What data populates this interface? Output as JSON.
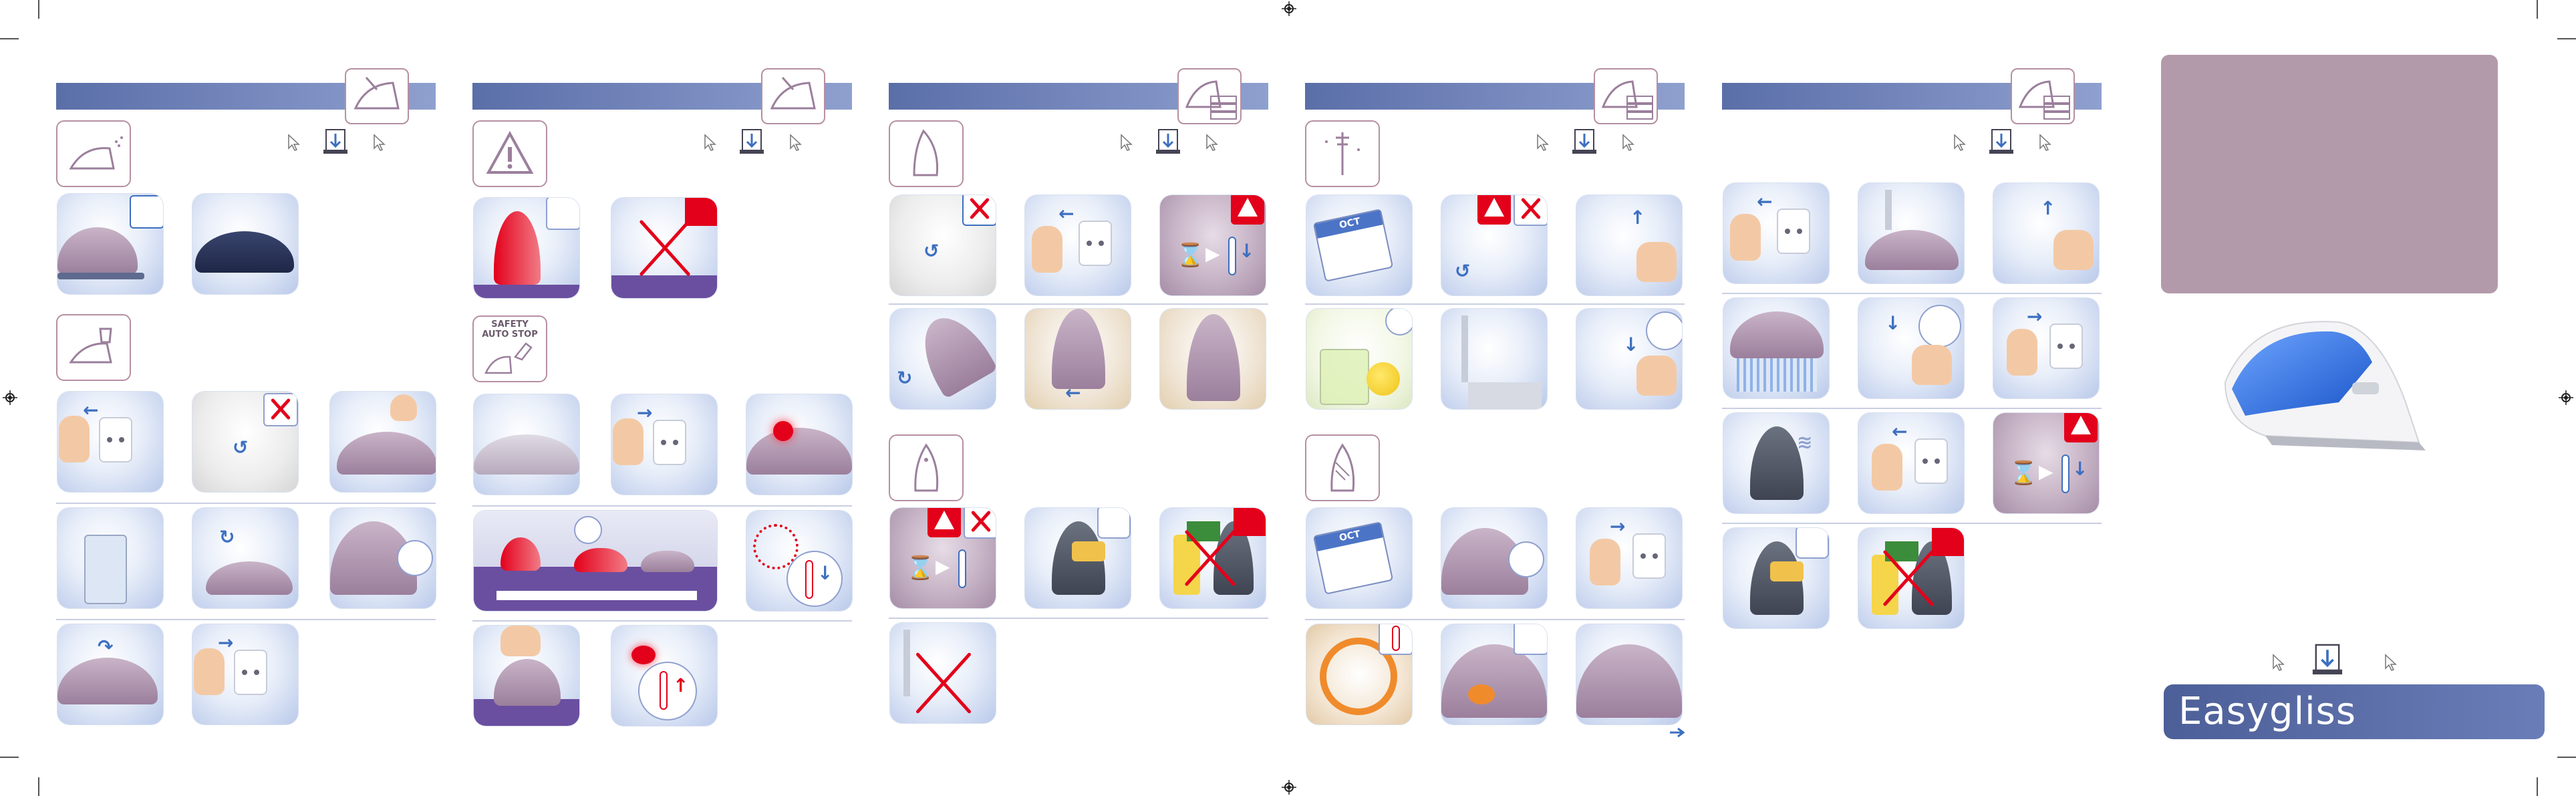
{
  "brand": {
    "name": "Easygliss",
    "bar_color": "#5a6ea8",
    "promo_color": "#b39aaa",
    "warning_color": "#e3001b",
    "accent_blue": "#3d6fc0"
  },
  "panels": [
    {
      "id": "panel-1",
      "header_icon": "iron-filling-icon",
      "sections": [
        "spray-icon",
        "water-cup-icon"
      ]
    },
    {
      "id": "panel-2",
      "header_icon": "iron-filling-icon",
      "sections": [
        "warning-triangle-icon",
        "safety-auto-stop-icon"
      ],
      "safety_label": "SAFETY\nAUTO STOP"
    },
    {
      "id": "panel-3",
      "header_icon": "iron-folded-clothes-icon",
      "sections": [
        "iron-upright-icon",
        "iron-steam-icon"
      ]
    },
    {
      "id": "panel-4",
      "header_icon": "iron-folded-clothes-icon",
      "sections": [
        "anti-calc-valve-icon",
        "iron-cleaning-icon"
      ],
      "calendar_label": "OCT"
    },
    {
      "id": "panel-5",
      "header_icon": "iron-folded-clothes-icon",
      "sections": []
    }
  ],
  "icons": {
    "cursor": "cursor-icon",
    "manual_download": "manual-download-icon",
    "warning": "warning-triangle-icon",
    "no_drinking": "no-tap-water-icon",
    "hourglass": "hourglass-icon",
    "thermometer": "thermometer-icon",
    "next_arrow": "next-page-arrow-icon"
  },
  "safety": {
    "line1": "SAFETY",
    "line2": "AUTO STOP"
  },
  "calendar": {
    "month": "OCT"
  }
}
